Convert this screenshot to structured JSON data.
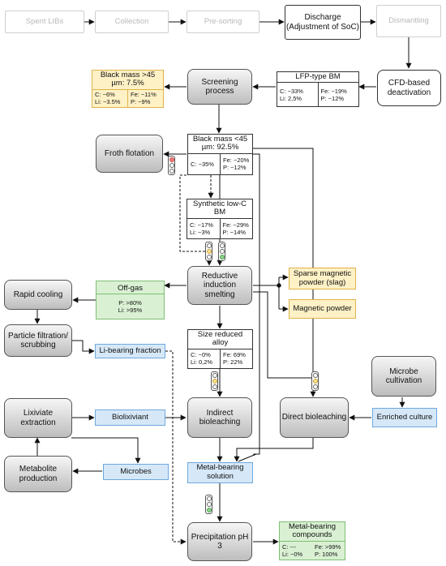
{
  "stages": {
    "spent_libs": "Spent LIBs",
    "collection": "Collection",
    "pre_sorting": "Pre-sorting",
    "discharge": "Discharge (Adjustment of SoC)",
    "dismantling": "Dismantling"
  },
  "processes": {
    "cfd": "CFD-based deactivation",
    "screening": "Screening process",
    "froth": "Froth flotation",
    "reductive": "Reductive induction smelting",
    "rapid_cooling": "Rapid cooling",
    "particle_filtration": "Particle filtration/ scrubbing",
    "lixiviate": "Lixiviate extraction",
    "metabolite": "Metabolite production",
    "indirect": "Indirect bioleaching",
    "direct": "Direct bioleaching",
    "microbe_cultivation": "Microbe cultivation",
    "precipitation": "Precipitation pH 3"
  },
  "materials": {
    "lfp": {
      "title": "LFP-type BM",
      "c": "C: ~33%",
      "li": "Li: 2,5%",
      "fe": "Fe: ~19%",
      "p": "P: ~12%"
    },
    "bm_gt45": {
      "title": "Black mass >45 µm: 7.5%",
      "c": "C: ~6%",
      "li": "Li: ~3.5%",
      "fe": "Fe: ~11%",
      "p": "P: ~9%"
    },
    "bm_lt45": {
      "title": "Black mass <45 µm: 92.5%",
      "c": "C: ~35%",
      "li": "",
      "fe": "Fe: ~20%",
      "p": "P: ~12%"
    },
    "synthetic": {
      "title": "Synthetic low-C BM",
      "c": "C: ~17%",
      "li": "Li: ~3%",
      "fe": "Fe: ~29%",
      "p": "P: ~14%"
    },
    "offgas": {
      "title": "Off-gas",
      "p": "P: >80%",
      "li": "Li: >95%"
    },
    "size_reduced": {
      "title": "Size reduced alloy",
      "c": "C: ~0%",
      "li": "Li: 0,2%",
      "fe": "Fe: 69%",
      "p": "P: 22%"
    },
    "metal_compounds": {
      "title": "Metal-bearing compounds",
      "c": "C: ---",
      "li": "Li: ~0%",
      "fe": "Fe: >99%",
      "p": "P: 100%"
    }
  },
  "streams": {
    "sparse_magnetic": "Sparse magnetic powder (slag)",
    "magnetic_powder": "Magnetic powder",
    "li_fraction": "Li-bearing fraction",
    "bioliviant": "Biolixiviant",
    "microbes": "Microbes",
    "enriched_culture": "Enriched culture",
    "metal_solution": "Metal-bearing solution"
  },
  "traffic_lights": [
    {
      "id": "froth",
      "lit": "red"
    },
    {
      "id": "synthetic-left",
      "lit": "yellow"
    },
    {
      "id": "synthetic-right",
      "lit": "green"
    },
    {
      "id": "alloy",
      "lit": "yellow"
    },
    {
      "id": "direct",
      "lit": "yellow"
    },
    {
      "id": "solution",
      "lit": "green"
    }
  ]
}
